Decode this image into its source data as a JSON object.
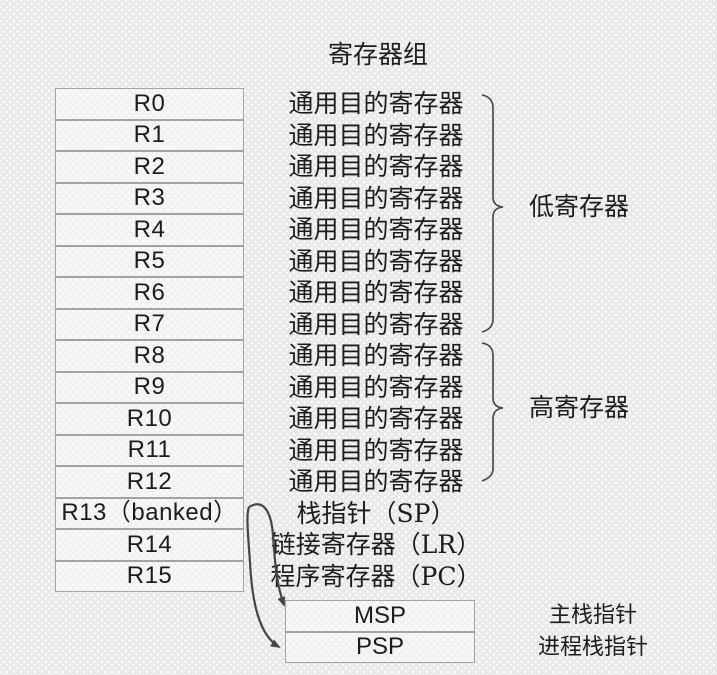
{
  "title": "寄存器组",
  "register_table": {
    "rows": [
      {
        "name": "R0",
        "desc": "通用目的寄存器"
      },
      {
        "name": "R1",
        "desc": "通用目的寄存器"
      },
      {
        "name": "R2",
        "desc": "通用目的寄存器"
      },
      {
        "name": "R3",
        "desc": "通用目的寄存器"
      },
      {
        "name": "R4",
        "desc": "通用目的寄存器"
      },
      {
        "name": "R5",
        "desc": "通用目的寄存器"
      },
      {
        "name": "R6",
        "desc": "通用目的寄存器"
      },
      {
        "name": "R7",
        "desc": "通用目的寄存器"
      },
      {
        "name": "R8",
        "desc": "通用目的寄存器"
      },
      {
        "name": "R9",
        "desc": "通用目的寄存器"
      },
      {
        "name": "R10",
        "desc": "通用目的寄存器"
      },
      {
        "name": "R11",
        "desc": "通用目的寄存器"
      },
      {
        "name": "R12",
        "desc": "通用目的寄存器"
      },
      {
        "name": "R13（banked）",
        "desc": "栈指针（SP）"
      },
      {
        "name": "R14",
        "desc": "链接寄存器（LR）"
      },
      {
        "name": "R15",
        "desc": "程序寄存器（PC）"
      }
    ]
  },
  "groups": {
    "low": {
      "label": "低寄存器"
    },
    "high": {
      "label": "高寄存器"
    }
  },
  "stack_pointer_table": {
    "rows": [
      {
        "name": "MSP",
        "label": "主栈指针"
      },
      {
        "name": "PSP",
        "label": "进程栈指针"
      }
    ]
  },
  "colors": {
    "background": "#e9e9e9",
    "box_border": "#a3a3a3",
    "text": "#1c1c1c",
    "line": "#454545"
  }
}
